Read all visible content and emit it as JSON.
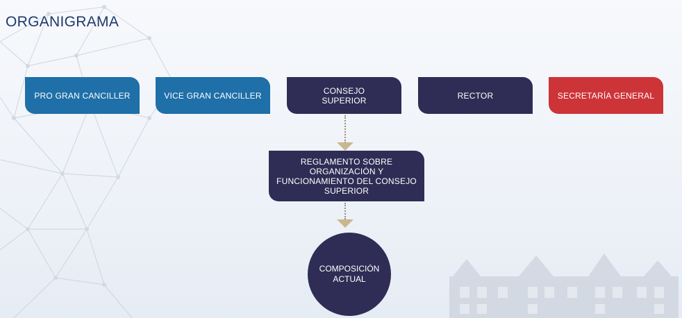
{
  "header": {
    "title": "ORGANIGRAMA"
  },
  "top_row": [
    {
      "label": "PRO GRAN CANCILLER",
      "color": "#1f6fa8"
    },
    {
      "label": "VICE GRAN CANCILLER",
      "color": "#1f6fa8"
    },
    {
      "label": "CONSEJO SUPERIOR",
      "color": "#2f2d55"
    },
    {
      "label": "RECTOR",
      "color": "#2f2d55"
    },
    {
      "label": "SECRETARÍA GENERAL",
      "color": "#cd3438"
    }
  ],
  "middle_box": {
    "label": "REGLAMENTO SOBRE ORGANIZACIÓN Y FUNCIONAMIENTO DEL CONSEJO SUPERIOR",
    "color": "#2f2d55"
  },
  "bottom_circle": {
    "label": "COMPOSICIÓN ACTUAL",
    "color": "#2f2d55"
  }
}
